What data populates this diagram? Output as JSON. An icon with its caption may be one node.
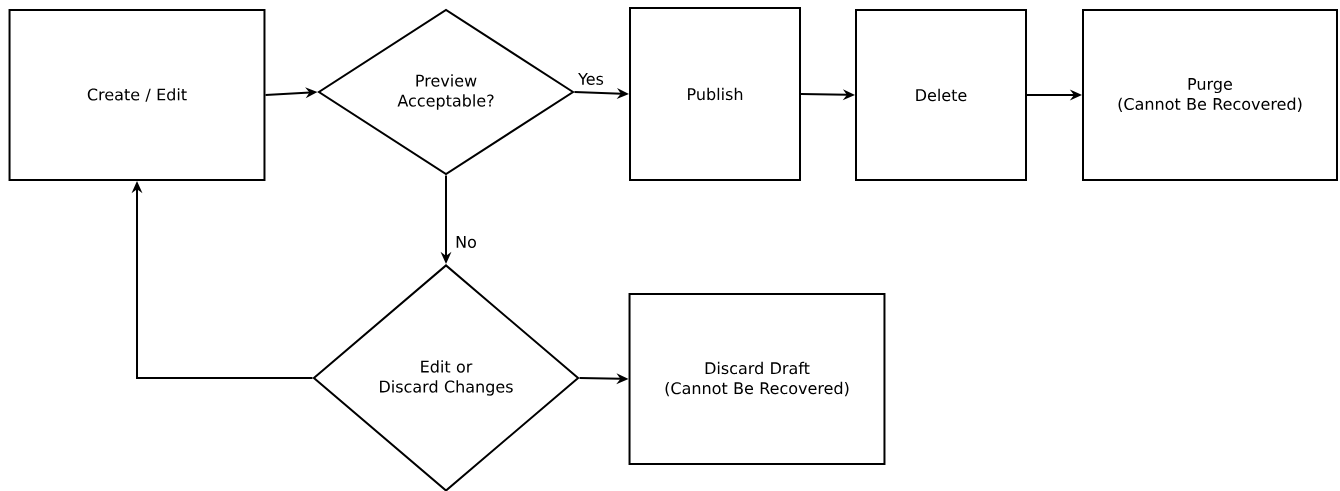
{
  "diagram": {
    "nodes": [
      {
        "text": [
          "Create / Edit"
        ]
      },
      {
        "text": [
          "Preview Acceptable?"
        ]
      },
      {
        "text": [
          "Publish"
        ]
      },
      {
        "text": [
          "Delete"
        ]
      },
      {
        "text": [
          "Purge (Cannot Be Recovered)"
        ]
      },
      {
        "text": [
          "Edit or Discard Changes"
        ]
      },
      {
        "text": [
          "Discard Draft (Cannot Be Recovered)"
        ]
      }
    ],
    "edges": [
      {
        "from": 0,
        "to": 1,
        "arrow": "to"
      },
      {
        "from": 1,
        "to": 2,
        "arrow": "to",
        "label": "Yes"
      },
      {
        "from": 2,
        "to": 3,
        "arrow": "to"
      },
      {
        "from": 3,
        "to": 4,
        "arrow": "to"
      },
      {
        "from": 1,
        "to": 5,
        "arrow": "to",
        "label": "No"
      },
      {
        "from": 5,
        "to": 0,
        "arrow": "to"
      },
      {
        "from": 5,
        "to": 6,
        "arrow": "to"
      }
    ]
  }
}
